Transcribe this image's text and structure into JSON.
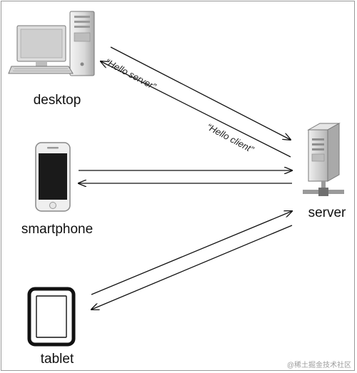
{
  "labels": {
    "desktop": "desktop",
    "smartphone": "smartphone",
    "tablet": "tablet",
    "server": "server"
  },
  "messages": {
    "hello_server": "“Hello server”",
    "hello_client": "“Hello client”"
  },
  "watermark": "@稀土掘金技术社区",
  "icons": [
    "desktop-computer-icon",
    "smartphone-icon",
    "tablet-icon",
    "server-icon"
  ],
  "colors": {
    "line": "#111111",
    "device_gray": "#cfcfcf",
    "screen": "#1a1a1a"
  }
}
